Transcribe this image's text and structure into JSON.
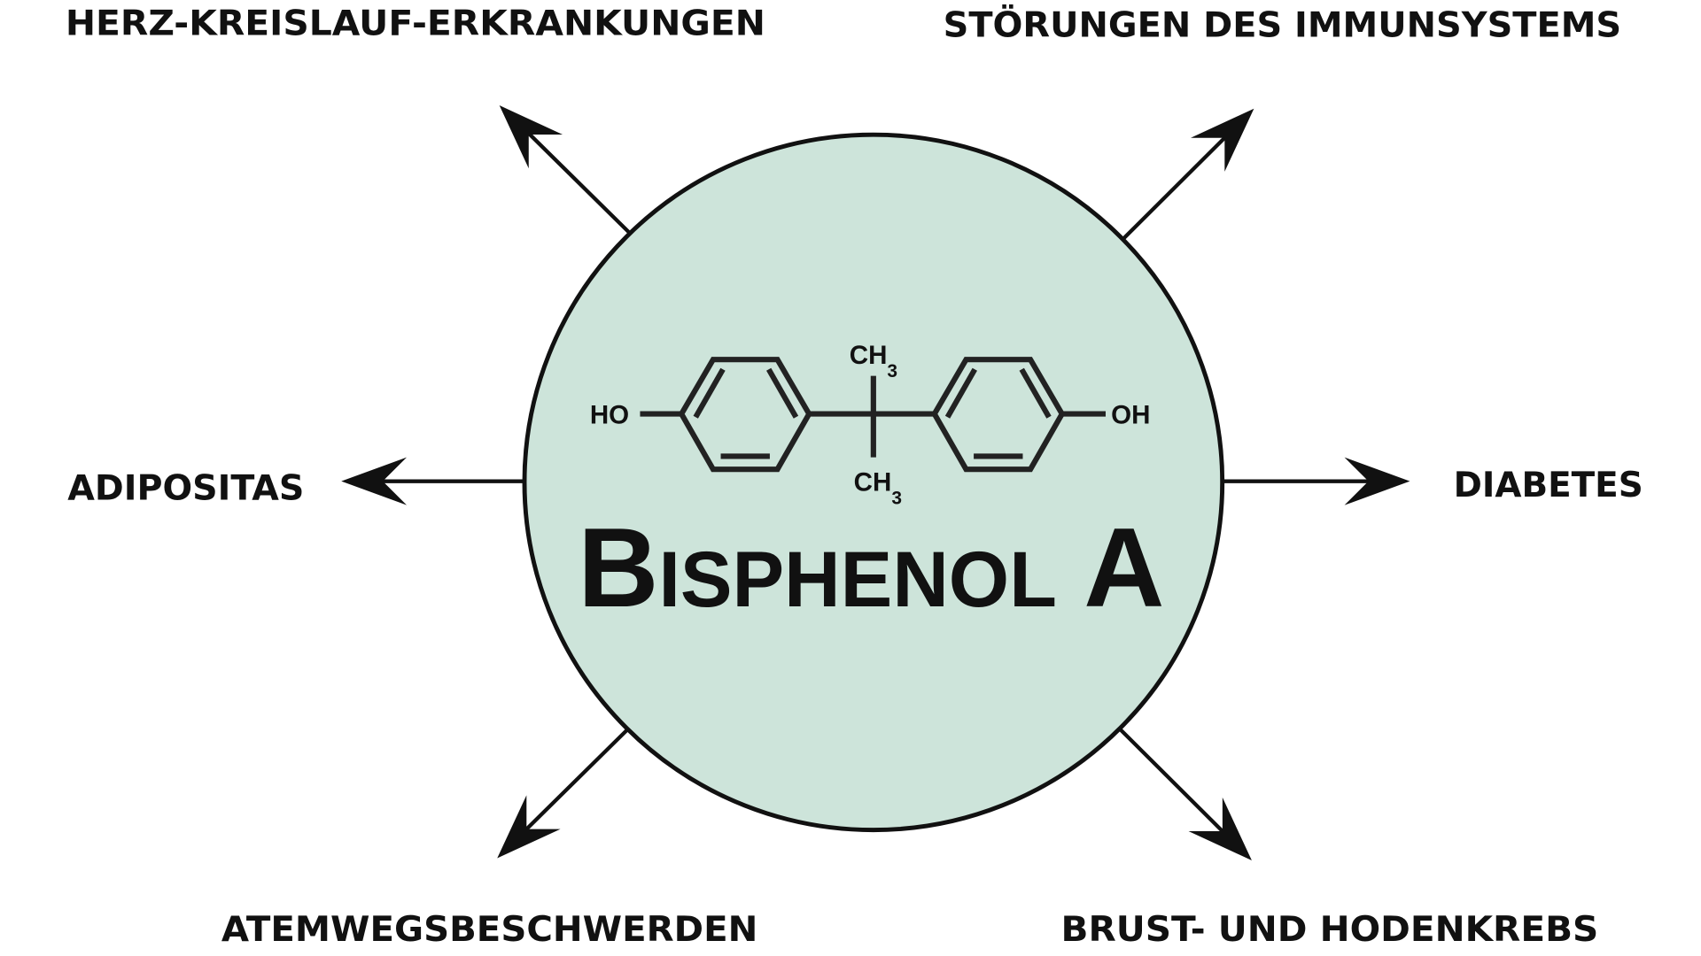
{
  "title": "Bisphenol A",
  "molecule": {
    "left_group": "HO",
    "right_group": "OH",
    "methyl": "CH",
    "methyl_sub": "3"
  },
  "effects": {
    "top_left": "HERZ-KREISLAUF-ERKRANKUNGEN",
    "top_right": "STÖRUNGEN DES IMMUNSYSTEMS",
    "left": "ADIPOSITAS",
    "right": "DIABETES",
    "bottom_left": "ATEMWEGSBESCHWERDEN",
    "bottom_right": "BRUST- UND HODENKREBS"
  },
  "colors": {
    "circle_fill": "#cde4da",
    "stroke": "#111111"
  }
}
